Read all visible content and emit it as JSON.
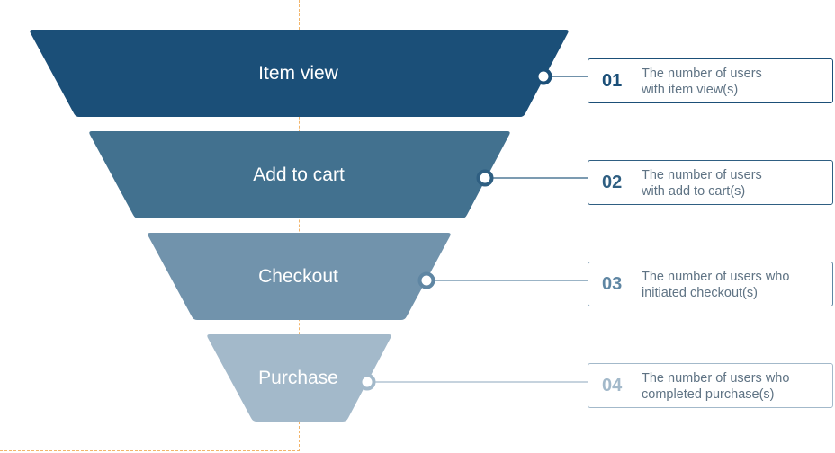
{
  "diagram": {
    "stages": [
      {
        "label": "Item view",
        "number": "01",
        "description_lines": [
          "The number of users",
          "with item view(s)"
        ],
        "color": "#1b4f78",
        "card_color": "#1b4f78"
      },
      {
        "label": "Add to cart",
        "number": "02",
        "description_lines": [
          "The number of users",
          "with add to cart(s)"
        ],
        "color": "#42718f",
        "card_color": "#2f5f82"
      },
      {
        "label": "Checkout",
        "number": "03",
        "description_lines": [
          "The number of users who",
          "initiated checkout(s)"
        ],
        "color": "#7193ac",
        "card_color": "#5f86a3"
      },
      {
        "label": "Purchase",
        "number": "04",
        "description_lines": [
          "The number of users who",
          "completed purchase(s)"
        ],
        "color": "#a3b9ca",
        "card_color": "#a3b9ca"
      }
    ],
    "guide_color": "#f2b56b"
  }
}
